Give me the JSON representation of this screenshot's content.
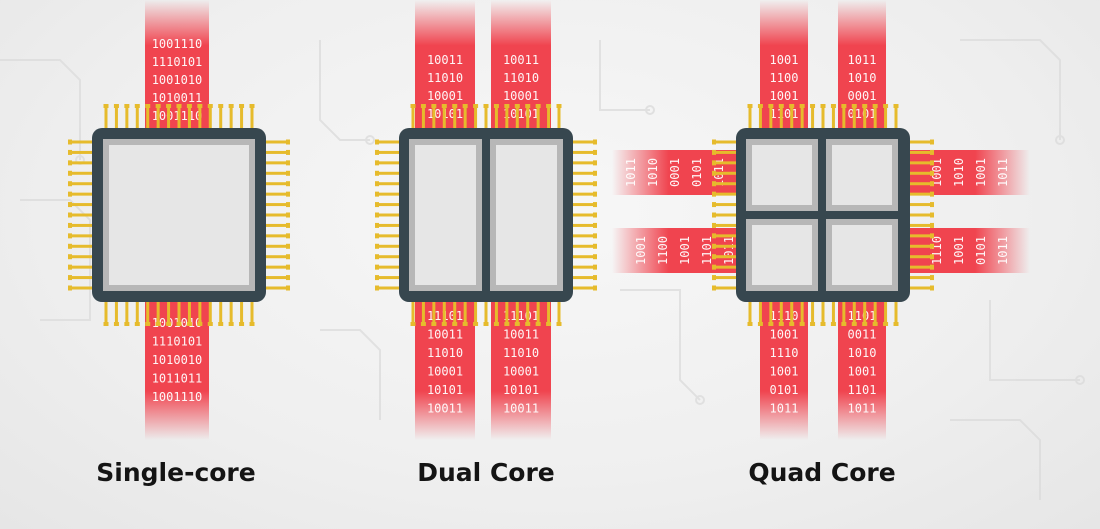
{
  "captions": {
    "single": "Single-core",
    "dual": "Dual Core",
    "quad": "Quad Core"
  },
  "colors": {
    "band": "#f0444f",
    "chip_body": "#37474f",
    "core_fill": "#e6e6e6",
    "core_border": "#b7b7b7",
    "pin": "#e6bb2c",
    "caption": "#141414"
  },
  "single": {
    "top_bits": [
      "1001110",
      "1110101",
      "1001010",
      "1010011",
      "1001110"
    ],
    "bottom_bits": [
      "1001010",
      "1110101",
      "1010010",
      "1011011",
      "1001110"
    ]
  },
  "dual": {
    "top_left_bits": [
      "10011",
      "11010",
      "10001",
      "10101"
    ],
    "top_right_bits": [
      "10011",
      "11010",
      "10001",
      "10101"
    ],
    "bottom_left_bits": [
      "11101",
      "10011",
      "11010",
      "10001",
      "10101",
      "10011"
    ],
    "bottom_right_bits": [
      "11101",
      "10011",
      "11010",
      "10001",
      "10101",
      "10011"
    ]
  },
  "quad": {
    "top_left_bits": [
      "1001",
      "1100",
      "1001",
      "1101"
    ],
    "top_right_bits": [
      "1011",
      "1010",
      "0001",
      "0101"
    ],
    "bottom_left_bits": [
      "1110",
      "1001",
      "1110",
      "1001",
      "0101",
      "1011"
    ],
    "bottom_right_bits": [
      "1101",
      "0011",
      "1010",
      "1001",
      "1101",
      "1011"
    ],
    "left_upper_bits": [
      "1011",
      "1010",
      "0001",
      "0101",
      "1011"
    ],
    "left_lower_bits": [
      "1001",
      "1100",
      "1001",
      "1101",
      "1011"
    ],
    "right_upper_bits": [
      "1001",
      "1010",
      "1001",
      "1011"
    ],
    "right_lower_bits": [
      "1110",
      "1001",
      "0101",
      "1011"
    ]
  }
}
